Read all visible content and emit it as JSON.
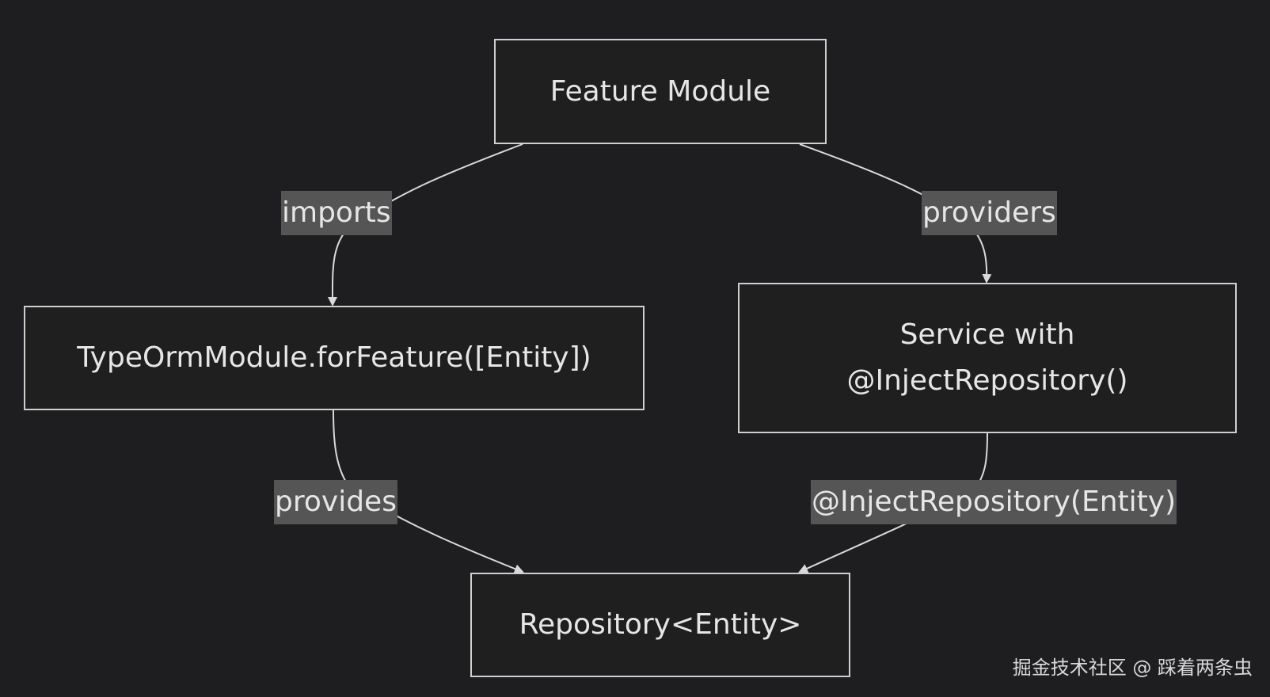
{
  "nodes": {
    "feature_module": "Feature Module",
    "typeorm_module": "TypeOrmModule.forFeature([Entity])",
    "service_line1": "Service with",
    "service_line2": "@InjectRepository()",
    "repository": "Repository<Entity>"
  },
  "edges": {
    "imports": "imports",
    "providers": "providers",
    "provides": "provides",
    "inject": "@InjectRepository(Entity)"
  },
  "watermark": "掘金技术社区 @ 踩着两条虫",
  "colors": {
    "background": "#1e1e21",
    "node_fill": "#1f1f1f",
    "node_border": "#cfcfcf",
    "label_fill": "#555555",
    "text": "#e6e6e6"
  }
}
